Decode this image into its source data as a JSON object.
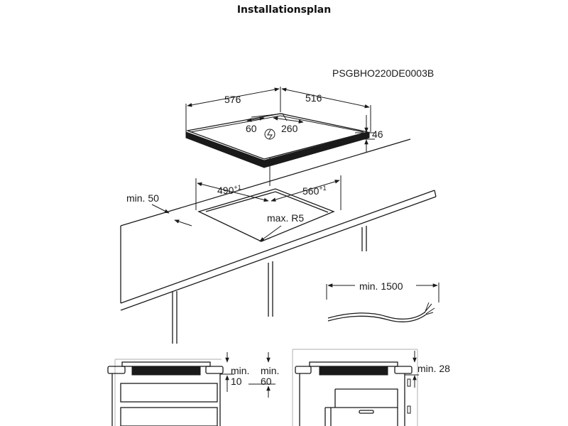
{
  "title": "Installationsplan",
  "product_code": "PSGBHO220DE0003B",
  "hob": {
    "width_label": "576",
    "depth_label": "516",
    "height_label": "46",
    "conn_left_label": "60",
    "conn_right_label": "260"
  },
  "cutout": {
    "width_label": "490",
    "width_tol": "+1",
    "depth_label": "560",
    "depth_tol": "+1",
    "radius_label": "max. R5",
    "edge_min_label": "min. 50"
  },
  "cable": {
    "length_label": "min. 1500"
  },
  "left_view": {
    "gap1_label_a": "min.",
    "gap1_label_b": "10",
    "gap2_label_a": "min.",
    "gap2_label_b": "60"
  },
  "right_view": {
    "gap_label": "min. 28"
  },
  "colors": {
    "line": "#1a1a1a",
    "gray": "#bdbdbd",
    "background": "#ffffff"
  }
}
